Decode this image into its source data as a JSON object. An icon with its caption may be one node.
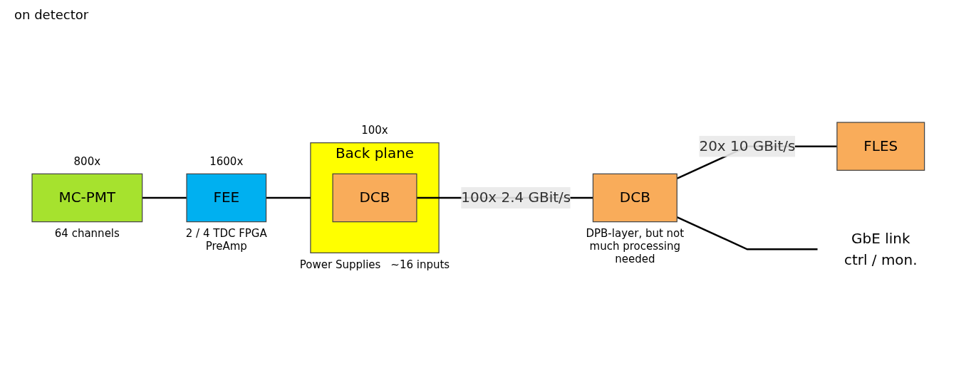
{
  "diagram": {
    "nodes": [
      {
        "text": [
          "MC-PMT"
        ],
        "beside": [
          "800x",
          "64 channels"
        ]
      },
      {
        "text": [
          "FEE"
        ],
        "beside": [
          "1600x",
          "2 / 4 TDC FPGA PreAmp"
        ]
      },
      {
        "text": [
          "Back plane"
        ],
        "beside": [
          "100x",
          "Power Supplies",
          "~16 inputs"
        ]
      },
      {
        "text": [
          "DCB"
        ],
        "in": 2
      },
      {
        "text": [
          "DCB"
        ],
        "beside": [
          "DPB-layer, but not much processing needed"
        ]
      },
      {
        "text": [
          "FLES"
        ]
      },
      {
        "text": [
          "GbE link",
          "ctrl / mon."
        ]
      }
    ],
    "edges": [
      {
        "from": 0,
        "to": 1,
        "arrow": "none"
      },
      {
        "from": 1,
        "to": 2,
        "arrow": "none"
      },
      {
        "from": 3,
        "to": 4,
        "arrow": "none",
        "label": "100x 2.4 GBit/s"
      },
      {
        "from": 4,
        "to": 5,
        "arrow": "none",
        "label": "20x 10 GBit/s"
      },
      {
        "from": 4,
        "to": 6,
        "arrow": "none"
      }
    ],
    "labels": [
      "on detector"
    ]
  }
}
